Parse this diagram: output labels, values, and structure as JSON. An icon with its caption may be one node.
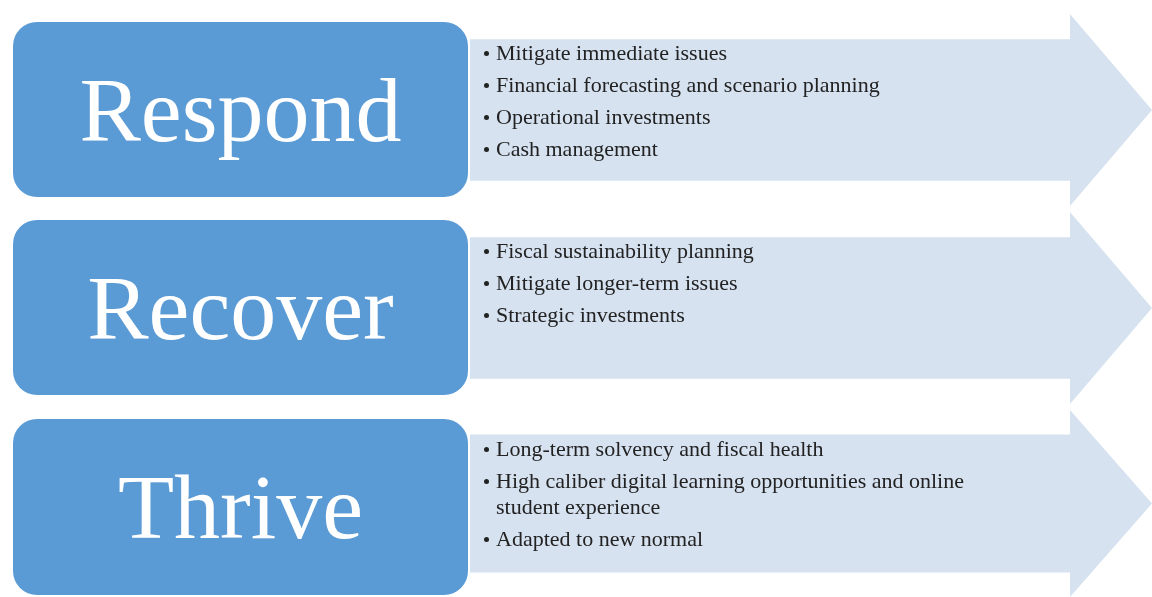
{
  "diagram": {
    "nodes": [
      {
        "text": [
          "Respond"
        ]
      },
      {
        "text": [
          "Mitigate immediate issues",
          "Financial forecasting and scenario planning",
          "Operational investments",
          "Cash management"
        ]
      },
      {
        "text": [
          "Recover"
        ]
      },
      {
        "text": [
          "Fiscal sustainability planning",
          "Mitigate longer-term issues",
          "Strategic investments"
        ]
      },
      {
        "text": [
          "Thrive"
        ]
      },
      {
        "text": [
          "Long-term solvency and fiscal health",
          "High caliber digital learning opportunities and online student experience",
          "Adapted to new normal"
        ]
      }
    ]
  }
}
